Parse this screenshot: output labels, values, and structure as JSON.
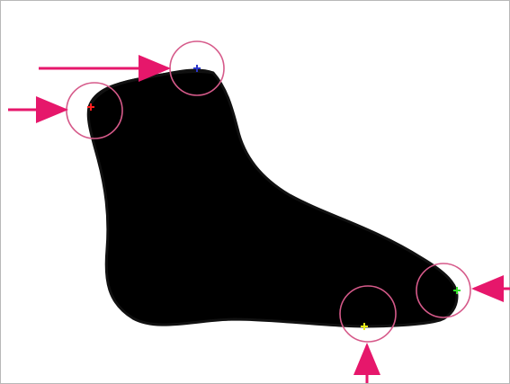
{
  "figure": {
    "description_visible_text": "",
    "colors": {
      "background": "#ffffff",
      "border": "#b8b8b8",
      "silhouette": "#000000",
      "outline": "#111111",
      "circle": "#d65a8a",
      "arrow": "#e6176b"
    },
    "landmarks": [
      {
        "name": "red-marker",
        "color": "#ff2020",
        "arrow_direction": "right"
      },
      {
        "name": "blue-marker",
        "color": "#2a35c8",
        "arrow_direction": "right"
      },
      {
        "name": "green-marker",
        "color": "#35e02a",
        "arrow_direction": "left"
      },
      {
        "name": "yellow-marker",
        "color": "#e8ef19",
        "arrow_direction": "up"
      }
    ],
    "icons": [
      "arrow-icon",
      "plus-marker-icon",
      "circle-highlight-icon"
    ]
  }
}
